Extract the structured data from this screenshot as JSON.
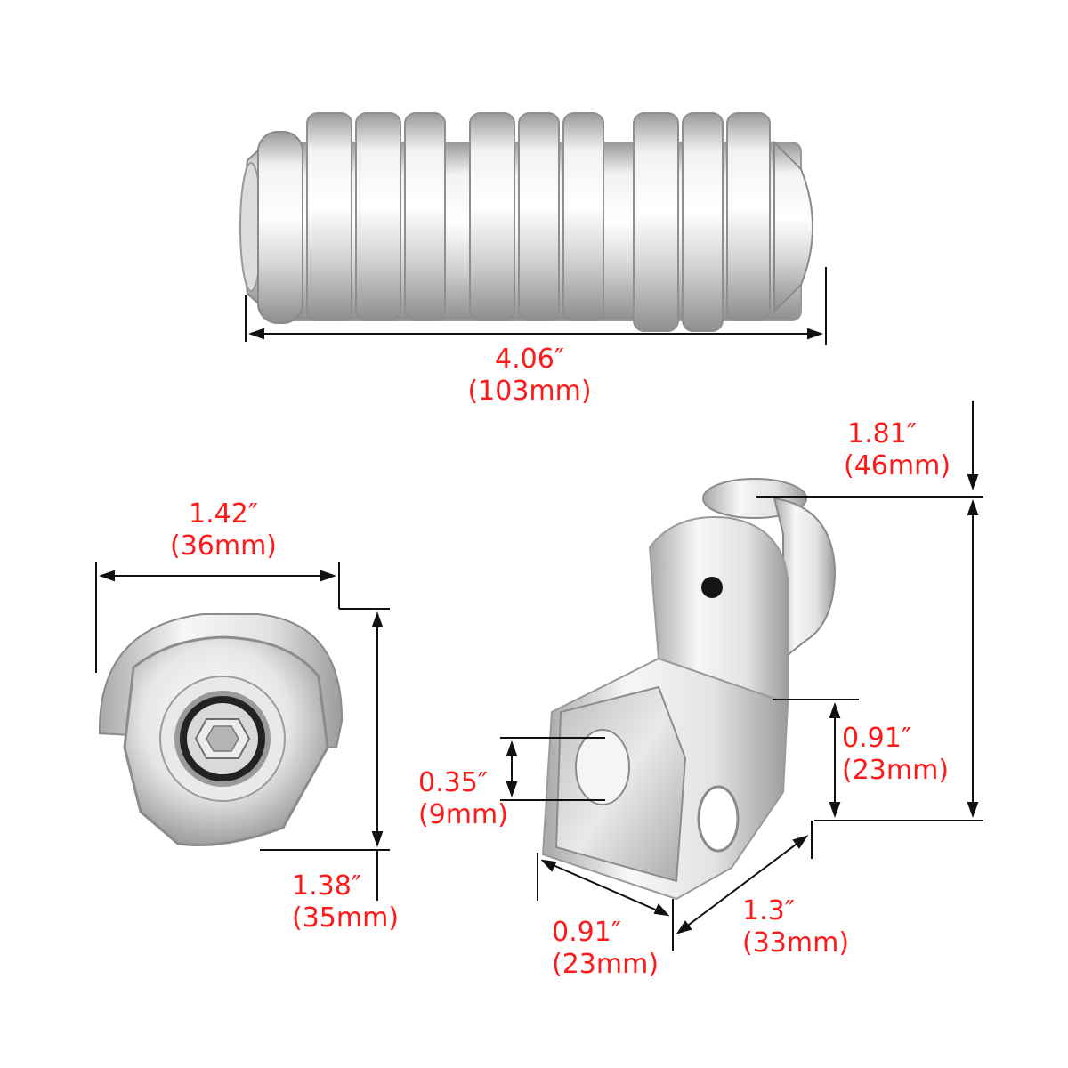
{
  "colors": {
    "dimension_text": "#ff1a1a",
    "dimension_line": "#111111",
    "chrome_light": "#f4f4f4",
    "chrome_mid": "#c9c9c9",
    "chrome_dark": "#8a8a8a"
  },
  "dimensions": {
    "peg_length": {
      "inch": "4.06″",
      "mm": "(103mm)"
    },
    "end_width": {
      "inch": "1.42″",
      "mm": "(36mm)"
    },
    "end_height": {
      "inch": "1.38″",
      "mm": "(35mm)"
    },
    "mount_total_height": {
      "inch": "1.81″",
      "mm": "(46mm)"
    },
    "mount_lower_height": {
      "inch": "0.91″",
      "mm": "(23mm)"
    },
    "hole_size": {
      "inch": "0.35″",
      "mm": "(9mm)"
    },
    "mount_width": {
      "inch": "0.91″",
      "mm": "(23mm)"
    },
    "mount_depth": {
      "inch": "1.3″",
      "mm": "(33mm)"
    }
  }
}
